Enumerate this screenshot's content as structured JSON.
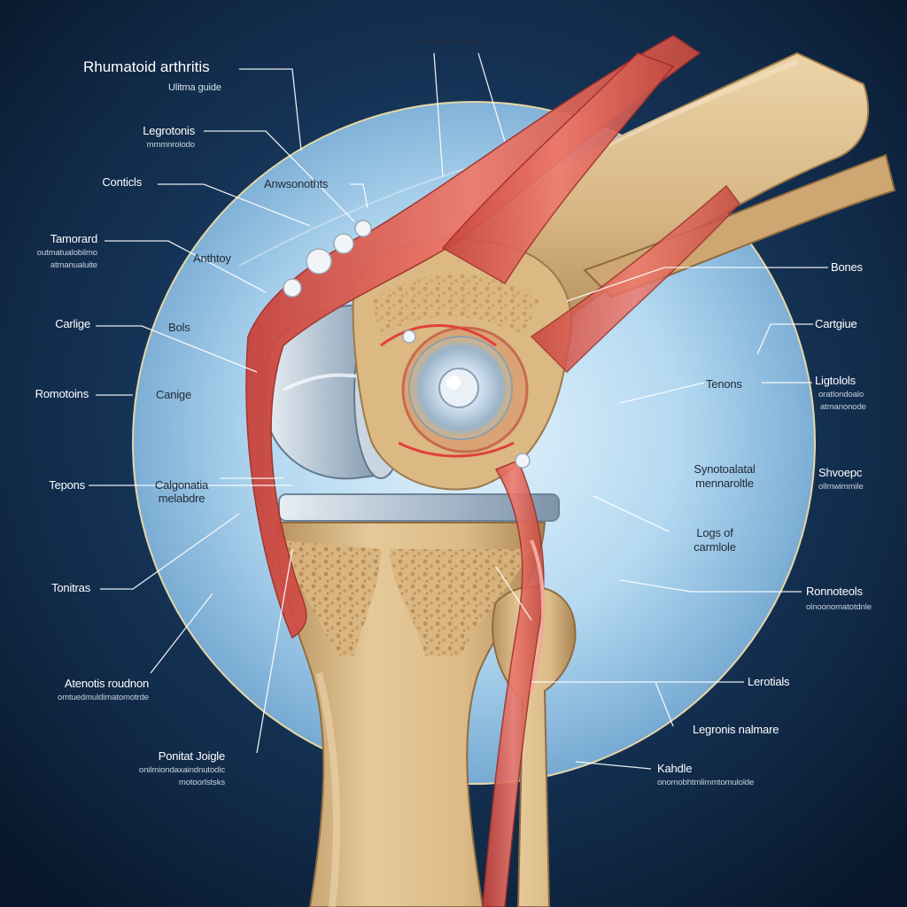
{
  "title": "Rhumatoid arthritis",
  "subtitle": "Ulitma guide",
  "labels": {
    "top_center": "Kshendmdina",
    "left": [
      {
        "main": "Legrotonis",
        "sub": "mmmnrolodo"
      },
      {
        "main": "Conticls"
      },
      {
        "main": "Tamorard",
        "sub": "outmatualobilmo",
        "sub2": "atmanualuite"
      },
      {
        "main": "Carlige"
      },
      {
        "main": "Romotoins"
      },
      {
        "main": "Tepons"
      },
      {
        "main": "Tonitras"
      },
      {
        "main": "Atenotis roudnon",
        "sub": "omtuedmuldimatomotrde"
      },
      {
        "main": "Ponitat Joigle",
        "sub": "onilmiondaxaindnutodic",
        "sub2": "motoorlstsks"
      }
    ],
    "inner": [
      {
        "main": "Anwsonothts"
      },
      {
        "main": "Anthtoy"
      },
      {
        "main": "Bols"
      },
      {
        "main": "Canige"
      },
      {
        "main": "Calgonatia",
        "sub": "melabdre"
      },
      {
        "main": "Tenons"
      },
      {
        "main": "Synotoalatal",
        "sub": "mennaroltle"
      },
      {
        "main": "Logs of",
        "sub": "carmlole"
      }
    ],
    "right": [
      {
        "main": "Bones"
      },
      {
        "main": "Cartgiue"
      },
      {
        "main": "Ligtolols",
        "sub": "oratlondoalo",
        "sub2": "atmanonode"
      },
      {
        "main": "Shvoepc",
        "sub": "ollmwimmile"
      },
      {
        "main": "Ronnoteols",
        "sub": "olnoonomatotdnle"
      },
      {
        "main": "Lerotials"
      },
      {
        "main": "Legronis nalmare"
      },
      {
        "main": "Kahdle",
        "sub": "onomobhtmlimmtomulolde"
      }
    ]
  },
  "colors": {
    "background": "#0c2038",
    "halo": "#a9d2ee",
    "bone": "#d9b887",
    "muscle": "#d9584e",
    "cartilage": "#b9c8d4"
  }
}
